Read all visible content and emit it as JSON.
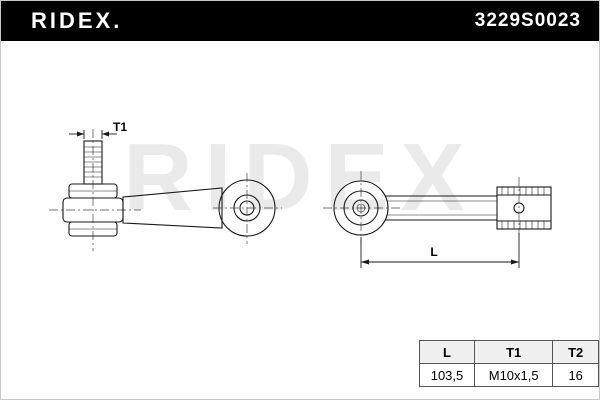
{
  "header": {
    "brand": "RIDEX.",
    "part_number": "3229S0023"
  },
  "watermark_text": "RIDEX",
  "drawing": {
    "dim_t1_label": "T1",
    "dim_l_label": "L"
  },
  "spec_table": {
    "headers": [
      "L",
      "T1",
      "T2"
    ],
    "values": [
      "103,5",
      "M10x1,5",
      "16"
    ]
  },
  "colors": {
    "header_bg": "#000000",
    "header_text": "#ffffff",
    "watermark": "#eaeaea",
    "line": "#1a1a1a",
    "table_header_bg": "#f0f0f0"
  }
}
